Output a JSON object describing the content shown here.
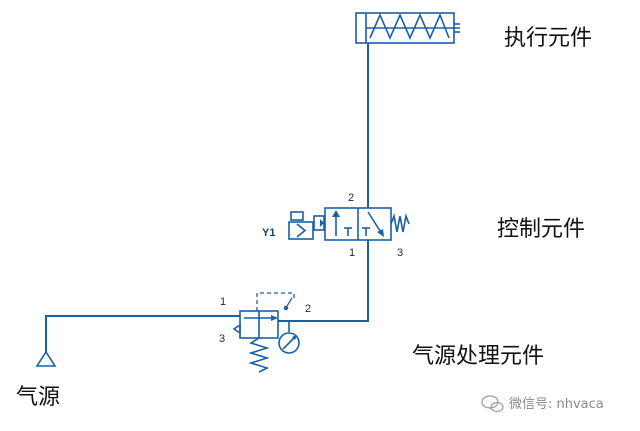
{
  "labels": {
    "actuator": "执行元件",
    "control": "控制元件",
    "air_treatment": "气源处理元件",
    "air_source": "气源"
  },
  "valve": {
    "solenoid_label": "Y1",
    "port_out": "2",
    "port_in": "1",
    "port_exhaust": "3"
  },
  "regulator": {
    "port_in": "1",
    "port_out": "2",
    "port_exhaust": "3"
  },
  "watermark": {
    "text": "微信号: nhvaca"
  },
  "colors": {
    "line": "#1a5fa8",
    "text": "#111111",
    "watermark": "#8a8a8a"
  }
}
